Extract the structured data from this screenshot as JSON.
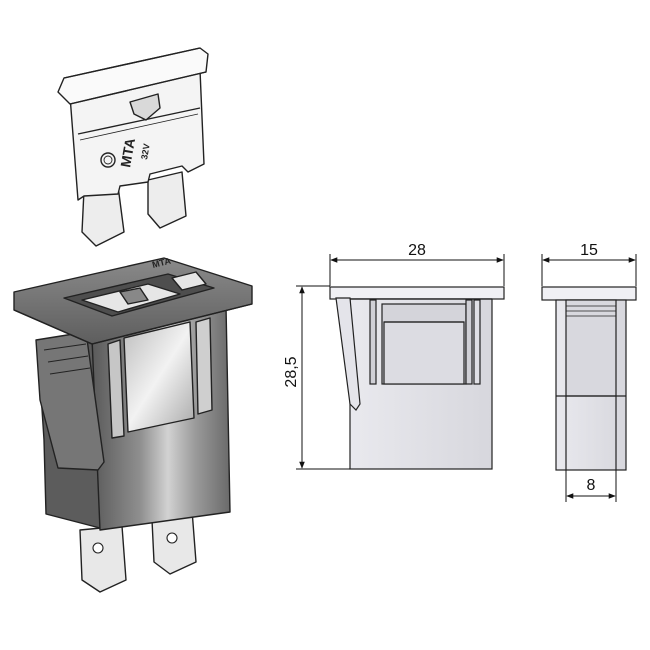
{
  "fuse": {
    "logo": "MTA",
    "voltage": "32V"
  },
  "holder": {
    "logo": "MTA"
  },
  "dimensions": {
    "front_width": "28",
    "front_height": "28,5",
    "side_width": "15",
    "terminal_gap": "8"
  },
  "colors": {
    "outline": "#222222",
    "fuse_body": "#f4f4f4",
    "holder_dark": "#6e6e6e",
    "holder_light": "#b8b8b8",
    "elevation_fill": "#e2e2e6"
  }
}
